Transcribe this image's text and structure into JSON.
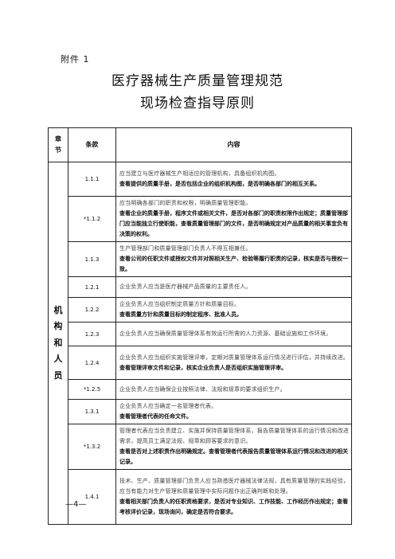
{
  "annex": "附件 1",
  "title_line1": "医疗器械生产质量管理规范",
  "title_line2": "现场检查指导原则",
  "table": {
    "headers": {
      "chapter": "章节",
      "clause": "条款",
      "content": "内容"
    },
    "chapter_name": "机构和人员",
    "rows": [
      {
        "clause": "1.1.1",
        "requirement": "应当建立与医疗器械生产相适应的管理机构，具备组织机构图。",
        "check": "查看提供的质量手册，是否包括企业的组织机构图，是否明确各部门的相互关系。"
      },
      {
        "clause": "*1.1.2",
        "requirement": "应当明确各部门的职责和权限，明确质量管理职能。",
        "check": "查看企业的质量手册，程序文件或相关文件，是否对各部门的职责权限作出规定；质量管理部门应当能独立行使职能，查看质量管理部门的文件，是否明确规定对产品质量的相关事宜负有决策的权利。"
      },
      {
        "clause": "1.1.3",
        "requirement": "生产管理部门和质量管理部门负责人不得互相兼任。",
        "check": "查看公司的任职文件或授权文件并对照相关生产、检验等履行职责的记录，核实是否与授权一致。"
      },
      {
        "clause": "1.2.1",
        "requirement": "企业负责人应当是医疗器械产品质量的主要责任人。",
        "check": ""
      },
      {
        "clause": "1.2.2",
        "requirement": "企业负责人应当组织制定质量方针和质量目标。",
        "check": "查看质量方针和质量目标的制定程序、批准人员。"
      },
      {
        "clause": "1.2.3",
        "requirement": "企业负责人应当确保质量管理体系有效运行所需的人力资源、基础设施和工作环境。",
        "check": ""
      },
      {
        "clause": "1.2.4",
        "requirement": "企业负责人应当组织实施管理评审，定期对质量管理体系运行情况进行评估，并持续改进。",
        "check": "查看管理评审文件和记录，核实企业负责人是否组织实施管理评审。"
      },
      {
        "clause": "*1.2.5",
        "requirement": "企业负责人应当确保企业按照法律、法规和规章的要求组织生产。",
        "check": ""
      },
      {
        "clause": "1.3.1",
        "requirement": "企业负责人应当确定一名管理者代表。",
        "check": "查看管理者代表的任命文件。"
      },
      {
        "clause": "*1.3.2",
        "requirement": "管理者代表应当负责建立、实施并保持质量管理体系，报告质量管理体系的运行情况和改进需求，提高员工满足法规、规章和顾客要求的意识。",
        "check": "查看是否对上述职责作出明确规定。查看管理者代表报告质量管理体系运行情况和改进的相关记录。"
      },
      {
        "clause": "1.4.1",
        "requirement": "技术、生产、质量管理部门负责人应当熟悉医疗器械法律法规，具有质量管理的实践经验，应当有能力对生产管理和质量管理中实际问题作出正确判断和处理。",
        "check": "查看相关部门负责人的任职资格要求，是否对专业知识、工作技能、工作经历作出规定；查看考核评价记录，现场询问，确定是否符合要求。"
      }
    ]
  },
  "page_number": "—4—"
}
